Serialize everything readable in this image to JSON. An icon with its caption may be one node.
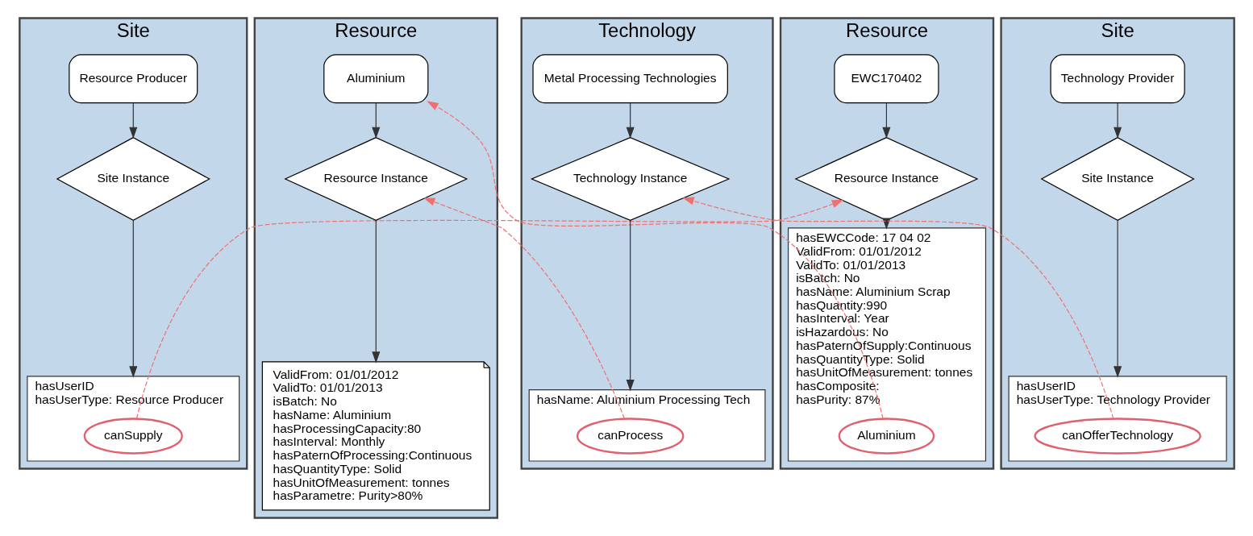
{
  "diagram": {
    "nodes": [
      {
        "text": [
          "Site"
        ]
      },
      {
        "text": [
          "Resource Producer"
        ],
        "in": 0
      },
      {
        "text": [
          "Site Instance"
        ],
        "in": 0
      },
      {
        "text": [
          "hasUserID",
          "hasUserType: Resource Producer"
        ],
        "in": 0
      },
      {
        "text": [
          "canSupply"
        ],
        "in": 3
      },
      {
        "text": [
          "Resource"
        ]
      },
      {
        "text": [
          "EWC170402"
        ],
        "in": 5
      },
      {
        "text": [
          "Resource Instance"
        ],
        "in": 5
      },
      {
        "text": [
          "hasEWCCode: 17 04 02",
          "ValidFrom: 01/01/2012",
          "ValidTo: 01/01/2013",
          "isBatch: No",
          "hasName: Aluminium Scrap",
          "hasQuantity:990",
          "hasInterval: Year",
          "isHazardous: No",
          "hasPaternOfSupply:Continuous",
          "hasQuantityType: Solid",
          "hasUnitOfMeasurement: tonnes",
          "hasComposite:",
          "hasPurity: 87%"
        ],
        "in": 5
      },
      {
        "text": [
          "Aluminium"
        ],
        "in": 8
      },
      {
        "text": [
          "Resource"
        ]
      },
      {
        "text": [
          "Aluminium"
        ],
        "in": 10
      },
      {
        "text": [
          "Resource Instance"
        ],
        "in": 10
      },
      {
        "text": [
          "ValidFrom: 01/01/2012",
          "ValidTo: 01/01/2013",
          "isBatch: No",
          "hasName: Aluminium",
          "hasProcessingCapacity:80",
          "hasInterval: Monthly",
          "hasPaternOfProcessing:Continuous",
          "hasQuantityType: Solid",
          "hasUnitOfMeasurement: tonnes",
          "hasParametre: Purity>80%"
        ],
        "in": 10
      },
      {
        "text": [
          "Technology"
        ]
      },
      {
        "text": [
          "Metal Processing Technologies"
        ],
        "in": 14
      },
      {
        "text": [
          "Technology Instance"
        ],
        "in": 14
      },
      {
        "text": [
          "hasName: Aluminium Processing Tech"
        ],
        "in": 14
      },
      {
        "text": [
          "canProcess"
        ],
        "in": 17
      },
      {
        "text": [
          "Site"
        ]
      },
      {
        "text": [
          "Technology Provider"
        ],
        "in": 19
      },
      {
        "text": [
          "Site Instance"
        ],
        "in": 19
      },
      {
        "text": [
          "hasUserID",
          "hasUserType: Technology Provider"
        ],
        "in": 19
      },
      {
        "text": [
          "canOfferTechnology"
        ],
        "in": 22
      }
    ],
    "edges": [
      {
        "from": 1,
        "to": 2,
        "arrow": "to"
      },
      {
        "from": 2,
        "to": 3,
        "arrow": "to"
      },
      {
        "from": 6,
        "to": 7,
        "arrow": "to"
      },
      {
        "from": 7,
        "to": 8,
        "arrow": "to"
      },
      {
        "from": 11,
        "to": 12,
        "arrow": "to"
      },
      {
        "from": 12,
        "to": 13,
        "arrow": "to"
      },
      {
        "from": 15,
        "to": 16,
        "arrow": "to"
      },
      {
        "from": 16,
        "to": 17,
        "arrow": "to"
      },
      {
        "from": 20,
        "to": 21,
        "arrow": "to"
      },
      {
        "from": 21,
        "to": 22,
        "arrow": "to"
      },
      {
        "from": 4,
        "to": 7,
        "arrow": "to",
        "style": "dashed",
        "color": "#f07070"
      },
      {
        "from": 9,
        "to": 11,
        "arrow": "to",
        "style": "dashed",
        "color": "#f07070"
      },
      {
        "from": 18,
        "to": 12,
        "arrow": "to",
        "style": "dashed",
        "color": "#f07070"
      },
      {
        "from": 23,
        "to": 16,
        "arrow": "to",
        "style": "dashed",
        "color": "#f07070"
      }
    ]
  }
}
